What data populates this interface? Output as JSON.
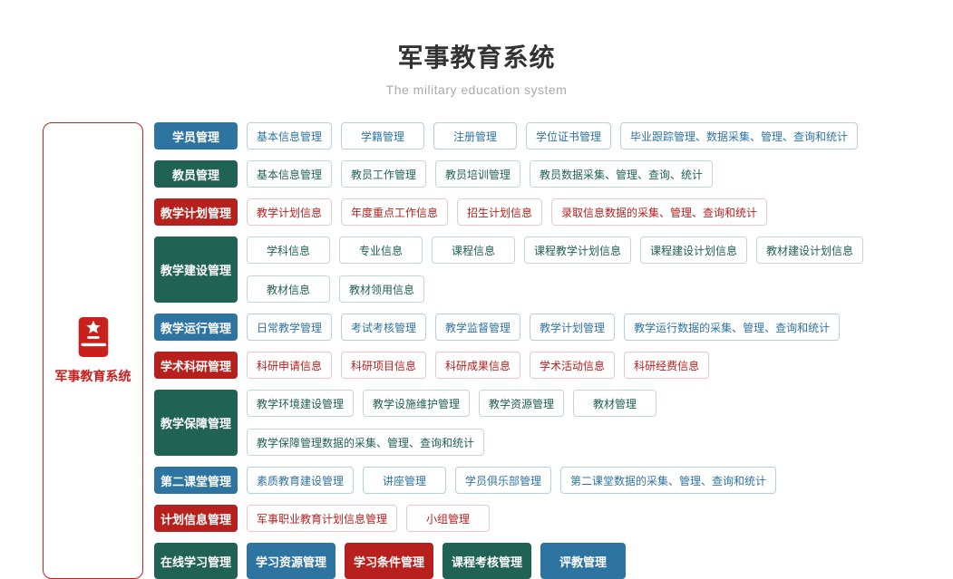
{
  "header": {
    "title": "军事教育系统",
    "subtitle": "The military education system"
  },
  "sidebar": {
    "label": "军事教育系统",
    "icon": "book-star-icon"
  },
  "colors": {
    "blue": "#2E74A0",
    "green": "#206253",
    "red": "#B6201D",
    "blue_border": "#B6CFDF",
    "green_border": "#C3D8D2",
    "red_border": "#EFC6C5",
    "sidebar_border": "#C9201D",
    "title_text": "#333333",
    "subtitle_text": "#A9A9A9"
  },
  "rows": [
    {
      "category": {
        "label": "学员管理",
        "color": "blue"
      },
      "items": [
        {
          "label": "基本信息管理",
          "color": "blue",
          "variant": "outline"
        },
        {
          "label": "学籍管理",
          "color": "blue",
          "variant": "outline"
        },
        {
          "label": "注册管理",
          "color": "blue",
          "variant": "outline"
        },
        {
          "label": "学位证书管理",
          "color": "blue",
          "variant": "outline"
        },
        {
          "label": "毕业跟踪管理、数据采集、管理、查询和统计",
          "color": "blue",
          "variant": "outline"
        }
      ]
    },
    {
      "category": {
        "label": "教员管理",
        "color": "green"
      },
      "items": [
        {
          "label": "基本信息管理",
          "color": "green",
          "variant": "outline"
        },
        {
          "label": "教员工作管理",
          "color": "green",
          "variant": "outline"
        },
        {
          "label": "教员培训管理",
          "color": "green",
          "variant": "outline"
        },
        {
          "label": "教员数据采集、管理、查询、统计",
          "color": "green",
          "variant": "outline"
        }
      ]
    },
    {
      "category": {
        "label": "教学计划管理",
        "color": "red"
      },
      "items": [
        {
          "label": "教学计划信息",
          "color": "red",
          "variant": "outline"
        },
        {
          "label": "年度重点工作信息",
          "color": "red",
          "variant": "outline"
        },
        {
          "label": "招生计划信息",
          "color": "red",
          "variant": "outline"
        },
        {
          "label": "录取信息数据的采集、管理、查询和统计",
          "color": "red",
          "variant": "outline"
        }
      ]
    },
    {
      "category": {
        "label": "教学建设管理",
        "color": "green"
      },
      "items": [
        {
          "label": "学科信息",
          "color": "green",
          "variant": "outline"
        },
        {
          "label": "专业信息",
          "color": "green",
          "variant": "outline"
        },
        {
          "label": "课程信息",
          "color": "green",
          "variant": "outline"
        },
        {
          "label": "课程教学计划信息",
          "color": "green",
          "variant": "outline"
        },
        {
          "label": "课程建设计划信息",
          "color": "green",
          "variant": "outline"
        },
        {
          "label": "教材建设计划信息",
          "color": "green",
          "variant": "outline"
        },
        {
          "label": "教材信息",
          "color": "green",
          "variant": "outline"
        },
        {
          "label": "教材领用信息",
          "color": "green",
          "variant": "outline"
        }
      ]
    },
    {
      "category": {
        "label": "教学运行管理",
        "color": "blue"
      },
      "items": [
        {
          "label": "日常教学管理",
          "color": "blue",
          "variant": "outline"
        },
        {
          "label": "考试考核管理",
          "color": "blue",
          "variant": "outline"
        },
        {
          "label": "教学监督管理",
          "color": "blue",
          "variant": "outline"
        },
        {
          "label": "教学计划管理",
          "color": "blue",
          "variant": "outline"
        },
        {
          "label": "教学运行数据的采集、管理、查询和统计",
          "color": "blue",
          "variant": "outline"
        }
      ]
    },
    {
      "category": {
        "label": "学术科研管理",
        "color": "red"
      },
      "items": [
        {
          "label": "科研申请信息",
          "color": "red",
          "variant": "outline"
        },
        {
          "label": "科研项目信息",
          "color": "red",
          "variant": "outline"
        },
        {
          "label": "科研成果信息",
          "color": "red",
          "variant": "outline"
        },
        {
          "label": "学术活动信息",
          "color": "red",
          "variant": "outline"
        },
        {
          "label": "科研经费信息",
          "color": "red",
          "variant": "outline"
        }
      ]
    },
    {
      "category": {
        "label": "教学保障管理",
        "color": "green"
      },
      "items": [
        {
          "label": "教学环境建设管理",
          "color": "green",
          "variant": "outline"
        },
        {
          "label": "教学设施维护管理",
          "color": "green",
          "variant": "outline"
        },
        {
          "label": "教学资源管理",
          "color": "green",
          "variant": "outline"
        },
        {
          "label": "教材管理",
          "color": "green",
          "variant": "outline"
        },
        {
          "label": "教学保障管理数据的采集、管理、查询和统计",
          "color": "green",
          "variant": "outline"
        }
      ]
    },
    {
      "category": {
        "label": "第二课堂管理",
        "color": "blue"
      },
      "items": [
        {
          "label": "素质教育建设管理",
          "color": "blue",
          "variant": "outline"
        },
        {
          "label": "讲座管理",
          "color": "blue",
          "variant": "outline"
        },
        {
          "label": "学员俱乐部管理",
          "color": "blue",
          "variant": "outline"
        },
        {
          "label": "第二课堂数据的采集、管理、查询和统计",
          "color": "blue",
          "variant": "outline"
        }
      ]
    },
    {
      "category": {
        "label": "计划信息管理",
        "color": "red"
      },
      "items": [
        {
          "label": "军事职业教育计划信息管理",
          "color": "red",
          "variant": "outline"
        },
        {
          "label": "小组管理",
          "color": "red",
          "variant": "outline"
        }
      ]
    },
    {
      "category": {
        "label": "在线学习管理",
        "color": "green"
      },
      "tall": true,
      "items": [
        {
          "label": "学习资源管理",
          "color": "blue",
          "variant": "solid"
        },
        {
          "label": "学习条件管理",
          "color": "red",
          "variant": "solid"
        },
        {
          "label": "课程考核管理",
          "color": "green",
          "variant": "solid"
        },
        {
          "label": "评教管理",
          "color": "blue",
          "variant": "solid"
        }
      ]
    }
  ]
}
